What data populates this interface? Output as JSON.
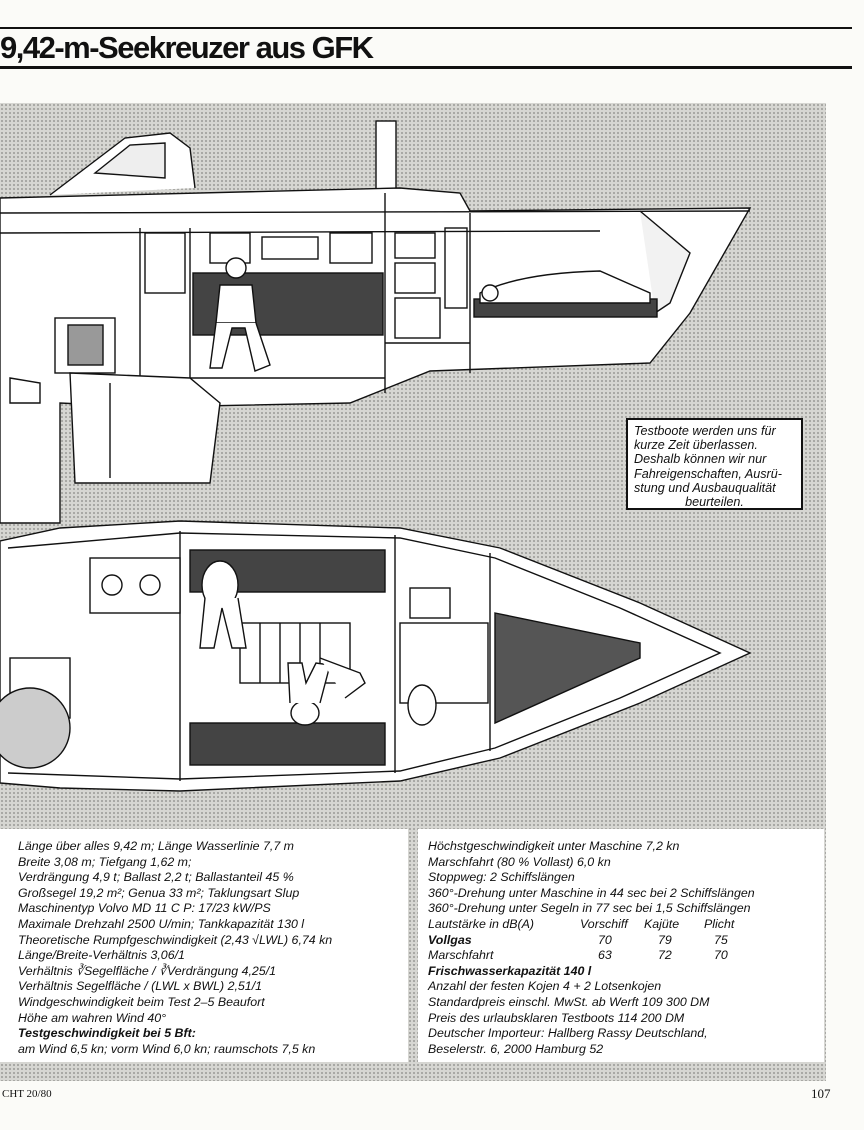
{
  "header": {
    "title": "9,42-m-Seekreuzer aus GFK"
  },
  "note": {
    "lines": [
      "Testboote werden uns für",
      "kurze Zeit überlassen.",
      "Deshalb können wir nur",
      "Fahreigenschaften, Ausrü-",
      "stung und Ausbauqualität"
    ],
    "last_line": "beurteilen."
  },
  "specs_left": [
    "Länge über alles 9,42 m; Länge Wasserlinie 7,7 m",
    "Breite 3,08 m; Tiefgang 1,62 m;",
    "Verdrängung 4,9 t; Ballast 2,2 t; Ballastanteil 45 %",
    "Großsegel 19,2 m²; Genua 33 m²; Taklungsart Slup",
    "Maschinentyp Volvo MD 11 C P: 17/23 kW/PS",
    "Maximale Drehzahl 2500 U/min; Tankkapazität 130 l",
    "Theoretische Rumpfgeschwindigkeit (2,43 √LWL) 6,74 kn",
    "Länge/Breite-Verhältnis 3,06/1",
    "Verhältnis ∛Segelfläche / ∛Verdrängung 4,25/1",
    "Verhältnis Segelfläche / (LWL x BWL) 2,51/1",
    "Windgeschwindigkeit beim Test 2–5 Beaufort",
    "Höhe am wahren Wind 40°"
  ],
  "test_speed_heading": "Testgeschwindigkeit bei 5 Bft:",
  "test_speed_values": "am Wind 6,5 kn; vorm Wind 6,0 kn; raumschots 7,5 kn",
  "specs_right_top": [
    "Höchstgeschwindigkeit unter Maschine 7,2 kn",
    "Marschfahrt (80 % Vollast) 6,0 kn",
    "Stoppweg: 2 Schiffslängen",
    "360°-Drehung unter Maschine in 44 sec bei 2 Schiffslängen",
    "360°-Drehung unter Segeln in 77 sec bei 1,5 Schiffslängen"
  ],
  "noise_table": {
    "header": [
      "Lautstärke in dB(A)",
      "Vorschiff",
      "Kajüte",
      "Plicht"
    ],
    "rows": [
      [
        "Vollgas",
        "70",
        "79",
        "75"
      ],
      [
        "Marschfahrt",
        "63",
        "72",
        "70"
      ]
    ]
  },
  "specs_right_bottom": [
    "Frischwasserkapazität 140 l",
    "Anzahl der festen Kojen 4 + 2 Lotsenkojen",
    "Standardpreis einschl. MwSt. ab Werft 109 300 DM",
    "Preis des urlaubsklaren Testboots 114 200 DM",
    "Deutscher Importeur: Hallberg Rassy Deutschland,",
    "Beselerstr. 6, 2000 Hamburg 52"
  ],
  "footer": {
    "left": "CHT 20/80",
    "page_number": "107"
  },
  "colors": {
    "ink": "#111111",
    "halftone": "#d6d6d2",
    "paper": "#fbfbf8"
  }
}
